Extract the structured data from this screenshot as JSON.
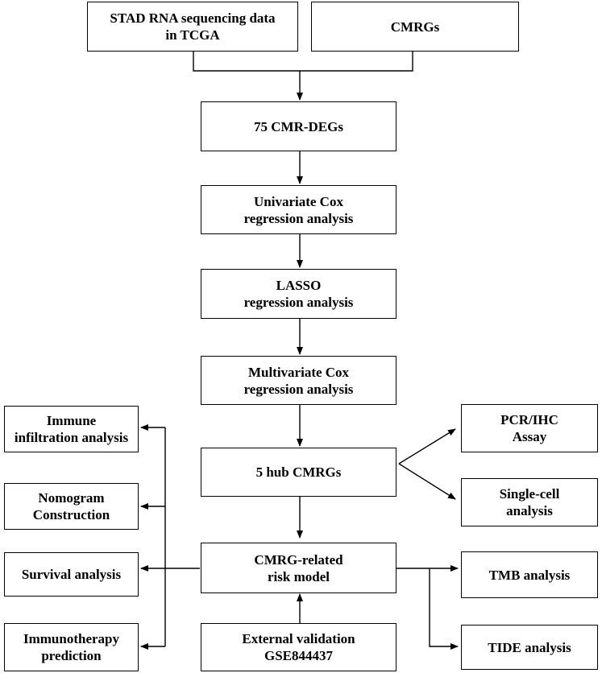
{
  "nodes": {
    "stad": "STAD RNA sequencing data\nin TCGA",
    "cmrgs": "CMRGs",
    "deg": "75 CMR-DEGs",
    "unicox": "Univariate Cox\nregression analysis",
    "lasso": "LASSO\nregression analysis",
    "multicox": "Multivariate Cox\nregression analysis",
    "hub": "5 hub CMRGs",
    "risk": "CMRG-related\nrisk model",
    "ext": "External validation\nGSE844437",
    "immune": "Immune\ninfiltration analysis",
    "nomogram": "Nomogram\nConstruction",
    "survival": "Survival analysis",
    "immuno": "Immunotherapy\nprediction",
    "pcr": "PCR/IHC\nAssay",
    "single": "Single-cell\nanalysis",
    "tmb": "TMB analysis",
    "tide": "TIDE analysis"
  }
}
